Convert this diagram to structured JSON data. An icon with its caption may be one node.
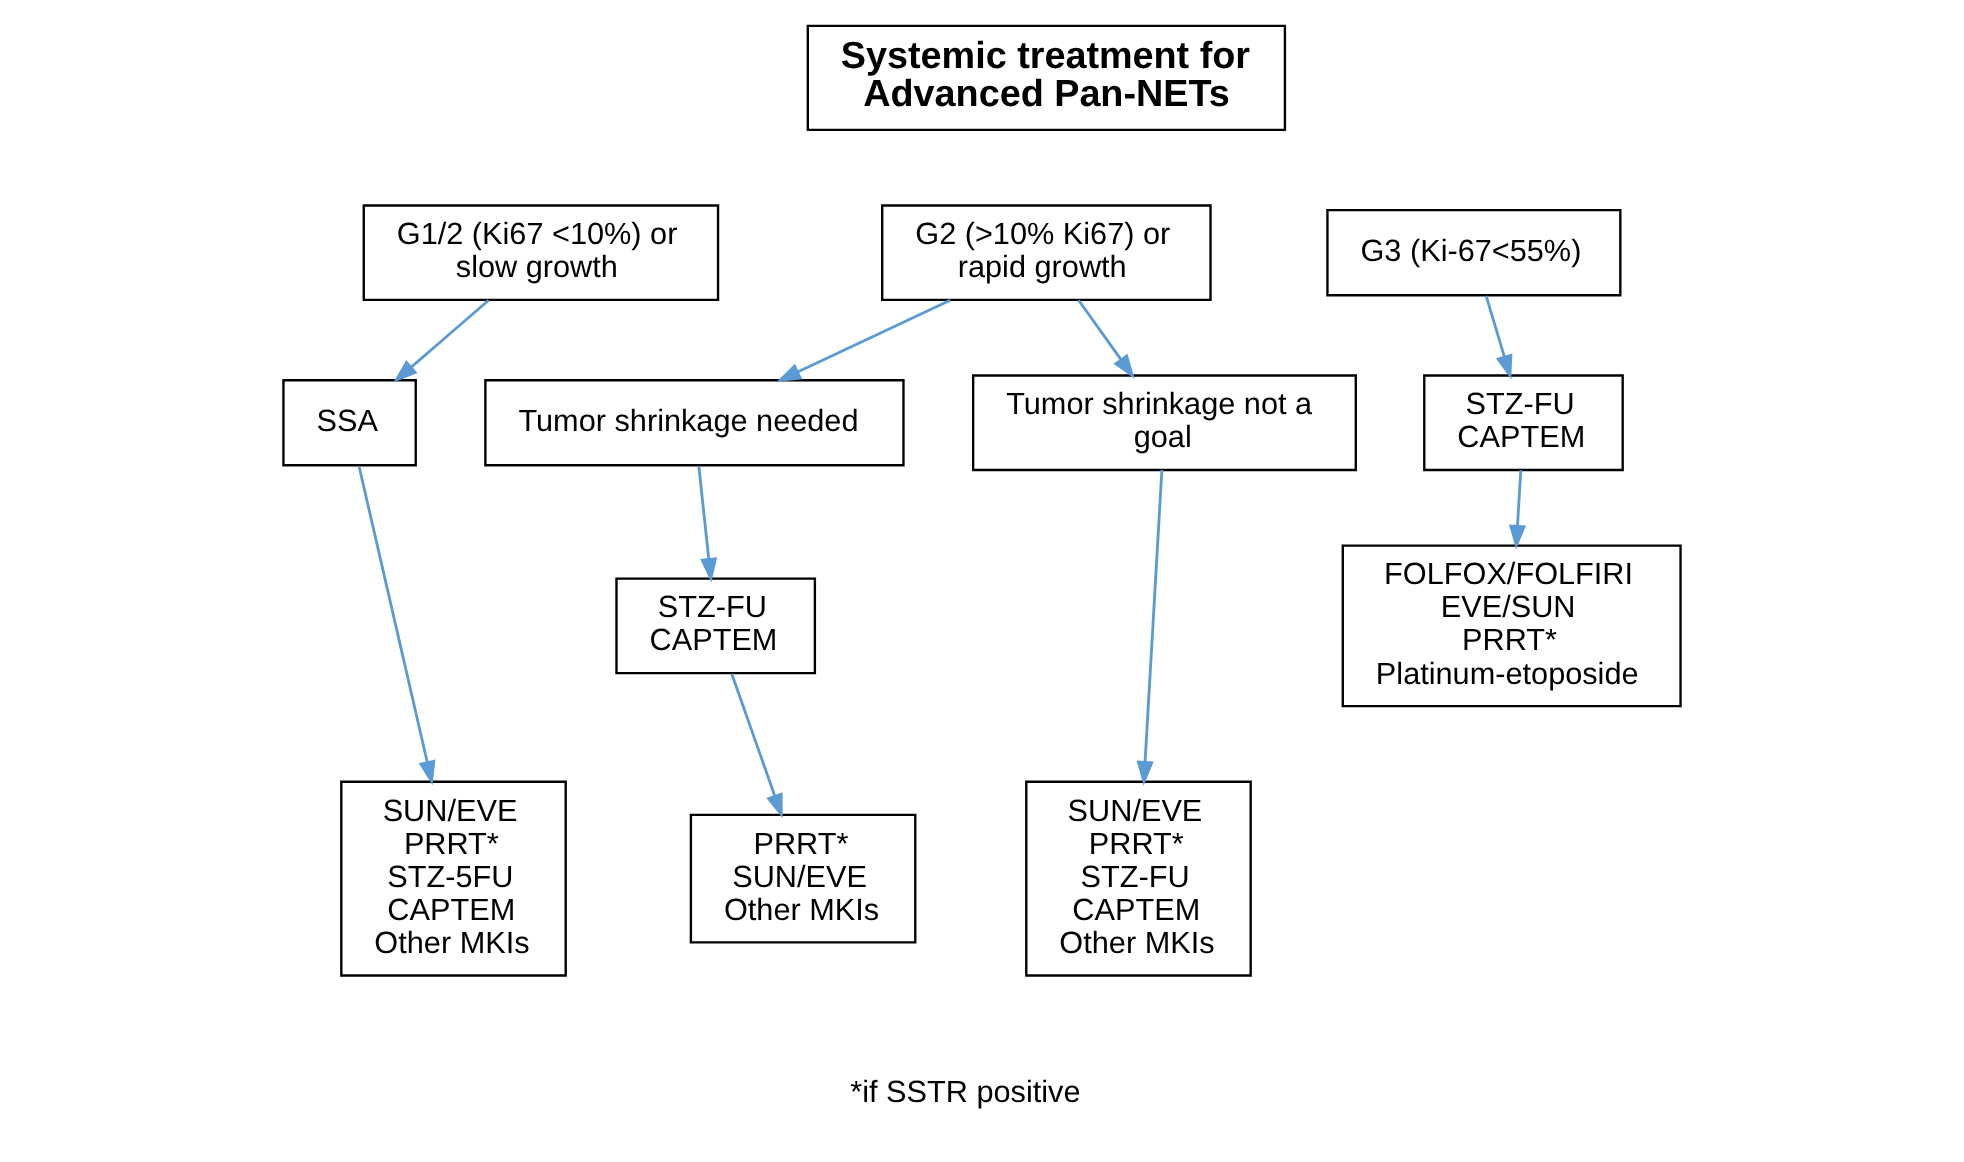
{
  "diagram": {
    "nodes": [
      {
        "text": [
          "Systemic treatment for Advanced Pan-NETs"
        ]
      },
      {
        "text": [
          "G1/2 (Ki67 <10%) or slow growth"
        ]
      },
      {
        "text": [
          "SSA"
        ]
      },
      {
        "text": [
          "SUN/EVE",
          "PRRT*",
          "STZ-5FU",
          "CAPTEM",
          "Other MKIs"
        ]
      },
      {
        "text": [
          "G2 (>10% Ki67) or rapid growth"
        ]
      },
      {
        "text": [
          "Tumor shrinkage needed"
        ]
      },
      {
        "text": [
          "Tumor shrinkage not a goal"
        ]
      },
      {
        "text": [
          "STZ-FU",
          "CAPTEM"
        ]
      },
      {
        "text": [
          "PRRT*",
          "SUN/EVE",
          "Other MKIs"
        ]
      },
      {
        "text": [
          "SUN/EVE",
          "PRRT*",
          "STZ-FU",
          "CAPTEM",
          "Other MKIs"
        ]
      },
      {
        "text": [
          "G3 (Ki-67<55%)"
        ]
      },
      {
        "text": [
          "STZ-FU",
          "CAPTEM"
        ]
      },
      {
        "text": [
          "FOLFOX/FOLFIRI",
          "EVE/SUN",
          "PRRT*",
          "Platinum-etoposide"
        ]
      }
    ],
    "edges": [
      {
        "from": 1,
        "to": 2,
        "arrow": "to"
      },
      {
        "from": 2,
        "to": 3,
        "arrow": "to"
      },
      {
        "from": 4,
        "to": 5,
        "arrow": "to"
      },
      {
        "from": 4,
        "to": 6,
        "arrow": "to"
      },
      {
        "from": 5,
        "to": 7,
        "arrow": "to"
      },
      {
        "from": 7,
        "to": 8,
        "arrow": "to"
      },
      {
        "from": 6,
        "to": 9,
        "arrow": "to"
      },
      {
        "from": 10,
        "to": 11,
        "arrow": "to"
      },
      {
        "from": 11,
        "to": 12,
        "arrow": "to"
      }
    ],
    "labels": [
      "*if SSTR positive"
    ]
  }
}
